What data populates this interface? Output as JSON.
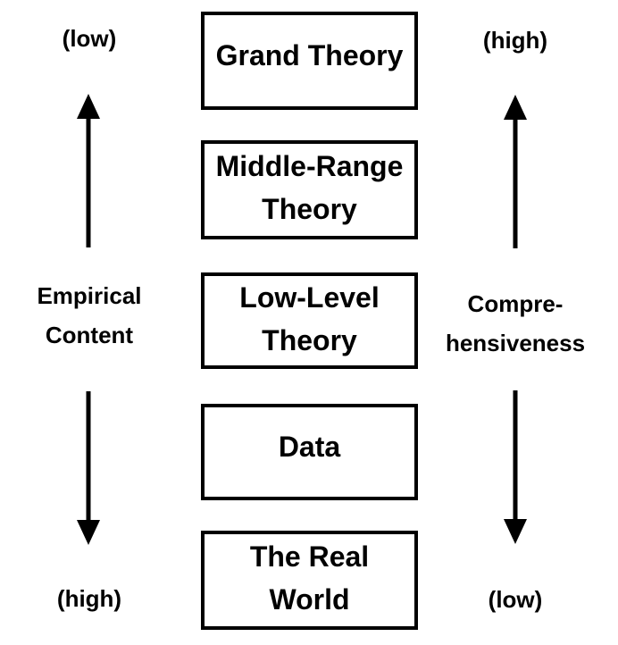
{
  "colors": {
    "ink": "#000000",
    "background": "#ffffff"
  },
  "left_axis": {
    "top_label": "(low)",
    "label_line1": "Empirical",
    "label_line2": "Content",
    "bottom_label": "(high)",
    "top_arrow_direction": "up",
    "bottom_arrow_direction": "down"
  },
  "right_axis": {
    "top_label": "(high)",
    "label_line1": "Compre-",
    "label_line2": "hensiveness",
    "bottom_label": "(low)",
    "top_arrow_direction": "up",
    "bottom_arrow_direction": "down"
  },
  "boxes": [
    {
      "lines": [
        "Grand Theory"
      ]
    },
    {
      "lines": [
        "Middle-Range",
        "Theory"
      ]
    },
    {
      "lines": [
        "Low-Level",
        "Theory"
      ]
    },
    {
      "lines": [
        "Data"
      ]
    },
    {
      "lines": [
        "The Real",
        "World"
      ]
    }
  ]
}
